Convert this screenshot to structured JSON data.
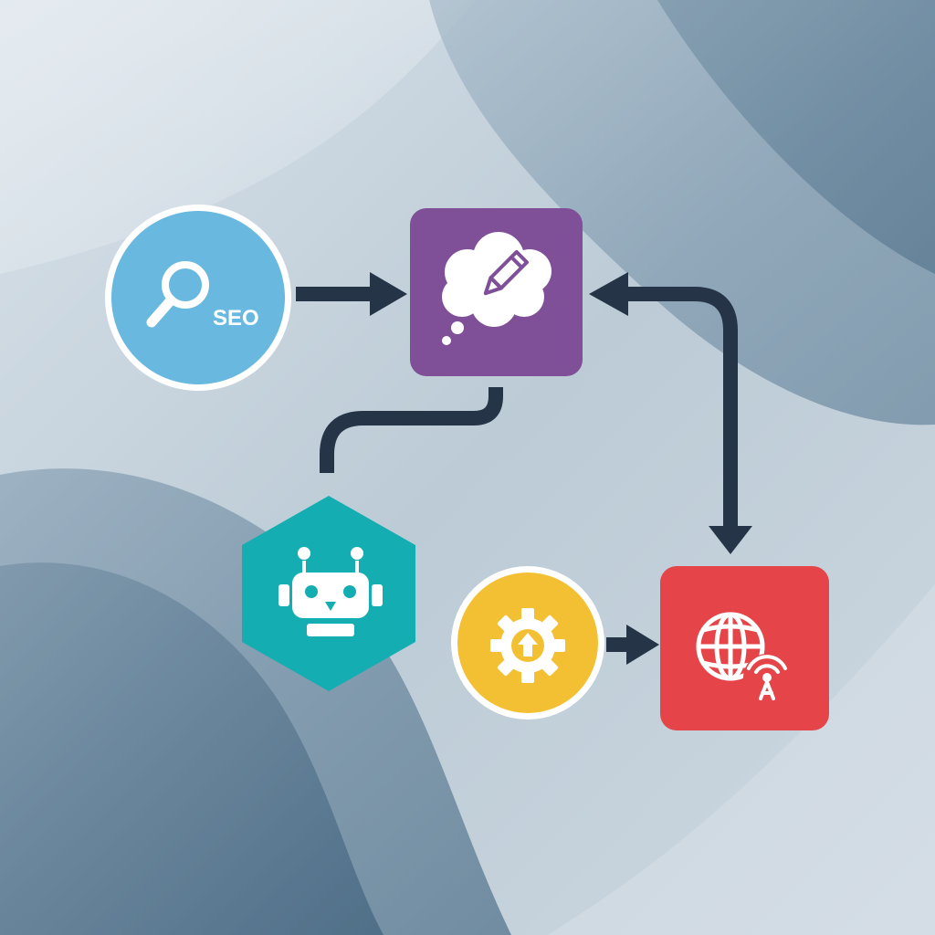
{
  "colors": {
    "background_light": "#d7e0e8",
    "background_dark": "#4e7189",
    "connector": "#253447",
    "seo_node": "#68b8e0",
    "content_node": "#7f4f97",
    "bot_node": "#14aeb2",
    "settings_node": "#f4c033",
    "publish_node": "#e54548",
    "node_border": "#ffffff",
    "icon": "#ffffff"
  },
  "nodes": {
    "seo": {
      "shape": "circle",
      "icon": "magnifier-icon",
      "label": "SEO"
    },
    "content": {
      "shape": "rounded-square",
      "icon": "thought-cloud-pencil-icon"
    },
    "bot": {
      "shape": "hexagon",
      "icon": "robot-icon"
    },
    "settings": {
      "shape": "circle",
      "icon": "gear-upload-icon"
    },
    "publish": {
      "shape": "rounded-square",
      "icon": "globe-broadcast-icon"
    }
  },
  "connectors": [
    {
      "from": "seo",
      "to": "content",
      "arrow": "end"
    },
    {
      "from": "content",
      "to": "bot",
      "arrow": "none"
    },
    {
      "from": "publish",
      "to": "content",
      "arrow": "both"
    },
    {
      "from": "settings",
      "to": "publish",
      "arrow": "end"
    }
  ]
}
